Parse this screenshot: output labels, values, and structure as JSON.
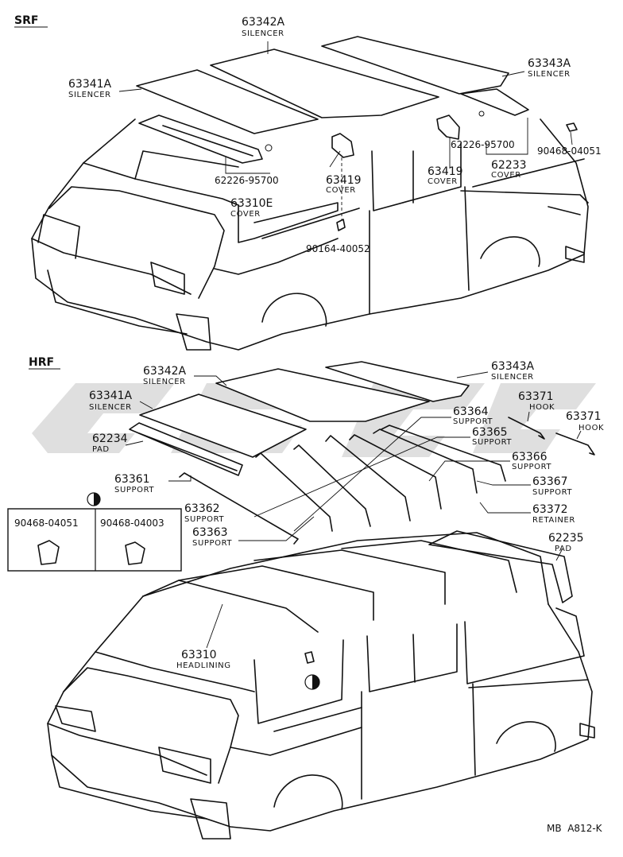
{
  "sections": {
    "srf": "SRF",
    "hrf": "HRF"
  },
  "srf_parts": {
    "p63342A": {
      "num": "63342A",
      "name": "SILENCER"
    },
    "p63343A": {
      "num": "63343A",
      "name": "SILENCER"
    },
    "p63341A": {
      "num": "63341A",
      "name": "SILENCER"
    },
    "p62226_right": {
      "num": "62226-95700"
    },
    "p62233": {
      "num": "62233",
      "name": "COVER"
    },
    "p90468_04051": {
      "num": "90468-04051"
    },
    "p63419_right": {
      "num": "63419",
      "name": "COVER"
    },
    "p63419_mid": {
      "num": "63419",
      "name": "COVER"
    },
    "p62226_left": {
      "num": "62226-95700"
    },
    "p63310E": {
      "num": "63310E",
      "name": "COVER"
    },
    "p90164_40052": {
      "num": "90164-40052"
    }
  },
  "hrf_parts": {
    "p63342A": {
      "num": "63342A",
      "name": "SILENCER"
    },
    "p63343A": {
      "num": "63343A",
      "name": "SILENCER"
    },
    "p63341A": {
      "num": "63341A",
      "name": "SILENCER"
    },
    "p63371a": {
      "num": "63371",
      "name": "HOOK"
    },
    "p63371b": {
      "num": "63371",
      "name": "HOOK"
    },
    "p63364": {
      "num": "63364",
      "name": "SUPPORT"
    },
    "p63365": {
      "num": "63365",
      "name": "SUPPORT"
    },
    "p62234": {
      "num": "62234",
      "name": "PAD"
    },
    "p63366": {
      "num": "63366",
      "name": "SUPPORT"
    },
    "p63361": {
      "num": "63361",
      "name": "SUPPORT"
    },
    "p63367": {
      "num": "63367",
      "name": "SUPPORT"
    },
    "p63362": {
      "num": "63362",
      "name": "SUPPORT"
    },
    "p63372": {
      "num": "63372",
      "name": "RETAINER"
    },
    "p63363": {
      "num": "63363",
      "name": "SUPPORT"
    },
    "p62235": {
      "num": "62235",
      "name": "PAD"
    },
    "p63310": {
      "num": "63310",
      "name": "HEADLINING"
    }
  },
  "inset": {
    "left_part": "90468-04051",
    "right_part": "90468-04003"
  },
  "ref_code": "MB  A812-K"
}
